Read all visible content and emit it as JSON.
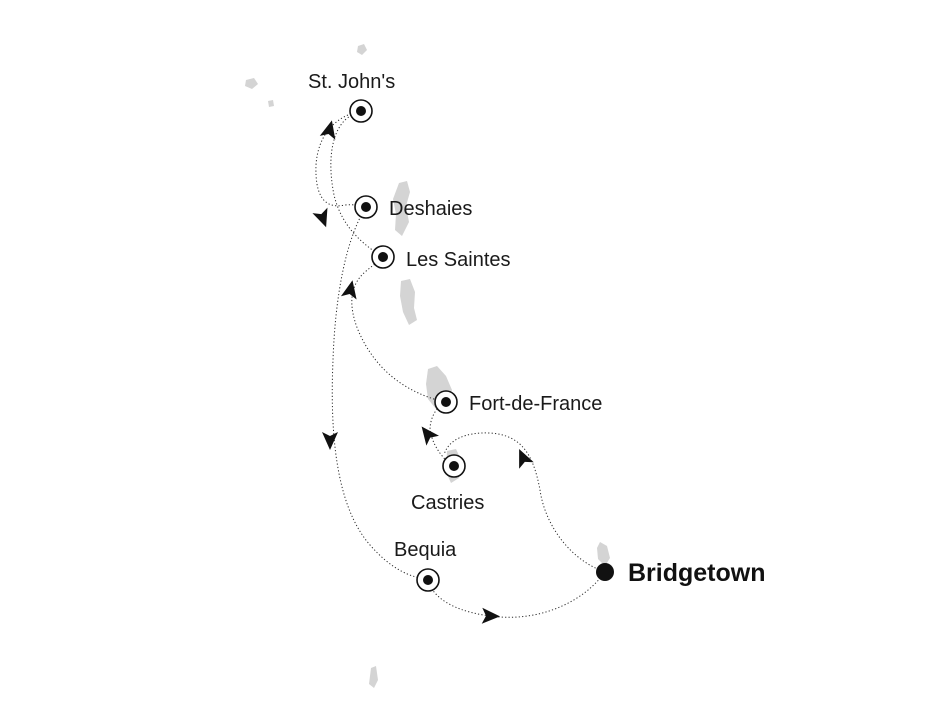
{
  "map": {
    "home_port": {
      "name": "Bridgetown"
    },
    "ports": [
      {
        "id": "st-johns",
        "name": "St. John's"
      },
      {
        "id": "deshaies",
        "name": "Deshaies"
      },
      {
        "id": "les-saintes",
        "name": "Les Saintes"
      },
      {
        "id": "fort-de-france",
        "name": "Fort-de-France"
      },
      {
        "id": "castries",
        "name": "Castries"
      },
      {
        "id": "bequia",
        "name": "Bequia"
      }
    ],
    "colors": {
      "land": "#d4d4d4",
      "route": "#2a2a2a",
      "marker": "#111111",
      "background": "#ffffff"
    }
  }
}
